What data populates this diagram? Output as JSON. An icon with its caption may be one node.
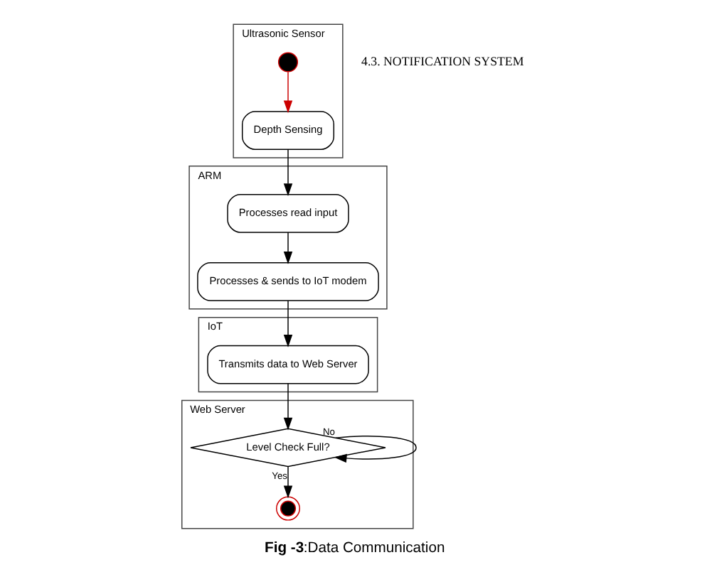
{
  "diagram": {
    "caption": "**Fig -3**:Data Communication",
    "nodes": [
      {
        "text": [
          "Ultrasonic Sensor"
        ]
      },
      {
        "text": [],
        "shape": "circle",
        "in": 0
      },
      {
        "text": [
          "Depth Sensing"
        ],
        "in": 0
      },
      {
        "text": [
          "ARM"
        ]
      },
      {
        "text": [
          "Processes read input"
        ],
        "in": 3
      },
      {
        "text": [
          "Processes & sends to IoT modem"
        ],
        "in": 3
      },
      {
        "text": [
          "IoT"
        ]
      },
      {
        "text": [
          "Transmits data to Web Server"
        ],
        "in": 6
      },
      {
        "text": [
          "Web Server"
        ]
      },
      {
        "text": [
          "Level Check Full?"
        ],
        "in": 8
      },
      {
        "text": [],
        "shape": "circle",
        "in": 8
      }
    ],
    "edges": [
      {
        "from": 1,
        "to": 2,
        "arrow": "to",
        "color": "#cc0000"
      },
      {
        "from": 2,
        "to": 4,
        "arrow": "to"
      },
      {
        "from": 4,
        "to": 5,
        "arrow": "to"
      },
      {
        "from": 5,
        "to": 7,
        "arrow": "to"
      },
      {
        "from": 7,
        "to": 9,
        "arrow": "to"
      },
      {
        "from": 9,
        "to": 9,
        "arrow": "to",
        "label": "No"
      },
      {
        "from": 9,
        "to": 10,
        "arrow": "to",
        "label": "Yes"
      }
    ],
    "labels": [
      "4.3. NOTIFICATION SYSTEM"
    ]
  }
}
